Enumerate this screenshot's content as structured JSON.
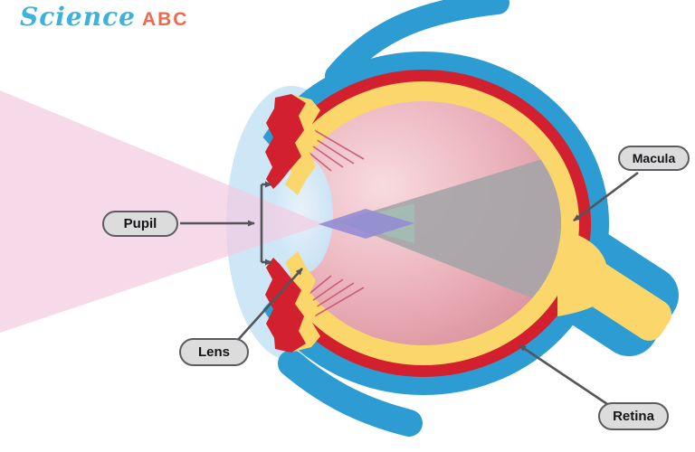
{
  "logo": {
    "science": "Science",
    "abc": "ABC"
  },
  "callouts": {
    "pupil": "Pupil",
    "lens": "Lens",
    "macula": "Macula",
    "retina": "Retina"
  },
  "colors": {
    "sclera_blue": "#2D9CD3",
    "choroid_red": "#D2202F",
    "retina_yellow": "#FBD76B",
    "vitreous_pink_center": "#F7DBE0",
    "vitreous_pink_edge": "#D98E9A",
    "light_beam_pink": "#F4CCE2",
    "cornea_blue": "#C3E2F4",
    "lens_blue": "#C9E5F7",
    "focused_light_purple": "#938CD2",
    "image_cone_gray": "#A6A5A8",
    "zonule_fiber_red": "#C4566C",
    "label_fill": "#DCDCDC",
    "label_border": "#5B5C60",
    "arrow_gray": "#54555A",
    "logo_science_cyan": "#3FB2DA",
    "logo_abc_orange": "#EC6A4D"
  }
}
